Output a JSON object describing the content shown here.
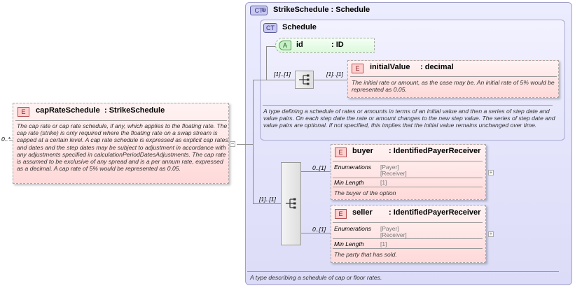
{
  "outer_ct": {
    "badge": "CT",
    "title": "StrikeSchedule : Schedule",
    "doc": "A type describing a schedule of cap or floor rates."
  },
  "inner_ct": {
    "badge": "CT",
    "title": "Schedule",
    "doc": "A type defining a schedule of rates or amounts in terms of an initial value and then a series of step date and value pairs. On each step date the rate or amount changes to the new step value. The series of step date and value pairs are optional. If not specified, this implies that the initial value remains unchanged over time."
  },
  "attribute_id": {
    "badge": "A",
    "name": "id",
    "type": ": ID"
  },
  "initial_value": {
    "badge": "E",
    "name": "initialValue",
    "type": ": decimal",
    "doc": "The initial rate or amount, as the case may be. An initial rate of 5% would be represented as 0.05."
  },
  "cap_rate_schedule": {
    "badge": "E",
    "name": "capRateSchedule",
    "type": ": StrikeSchedule",
    "doc": "The cap rate or cap rate schedule, if any, which applies to the floating rate. The cap rate (strike) is only required where the floating rate on a swap stream is capped at a certain level. A cap rate schedule is expressed as explicit cap rates and dates and the step dates may be subject to adjustment in accordance with any adjustments specified in calculationPeriodDatesAdjustments. The cap rate is assumed to be exclusive of any spread and is a per annum rate, expressed as a decimal. A cap rate of 5% would be represented as 0.05.",
    "multiplicity": "0..*"
  },
  "buyer": {
    "badge": "E",
    "name": "buyer",
    "type": ": IdentifiedPayerReceiver",
    "enum_label": "Enumerations",
    "enum_values": [
      "[Payer]",
      "[Receiver]"
    ],
    "minlen_label": "Min Length",
    "minlen_value": "[1]",
    "doc": "The buyer of the option",
    "multiplicity": "0..[1]"
  },
  "seller": {
    "badge": "E",
    "name": "seller",
    "type": ": IdentifiedPayerReceiver",
    "enum_label": "Enumerations",
    "enum_values": [
      "[Payer]",
      "[Receiver]"
    ],
    "minlen_label": "Min Length",
    "minlen_value": "[1]",
    "doc": "The party that has sold.",
    "multiplicity": "0..[1]"
  },
  "connectors": {
    "seq1_left_mult": "[1]..[1]",
    "seq1_right_mult": "[1]..[1]",
    "seq2_mult": "[1]..[1]",
    "expand_symbol": "+",
    "collapse_symbol": "−"
  }
}
